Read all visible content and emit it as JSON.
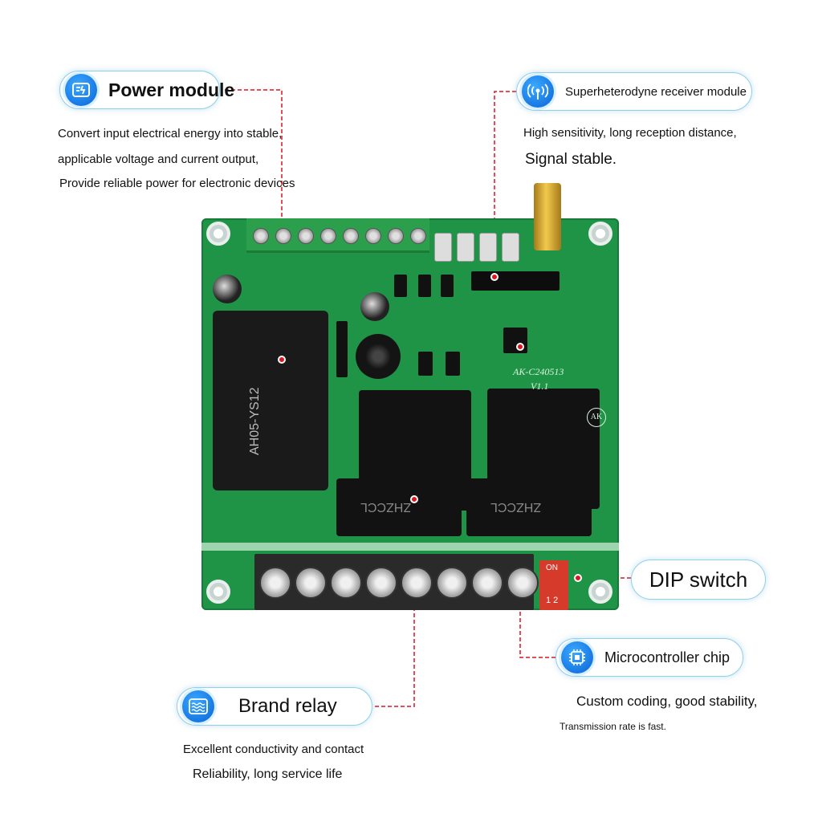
{
  "callouts": {
    "power_module": {
      "title": "Power module",
      "lines": [
        "Convert input electrical energy into stable,",
        "applicable voltage and current output,",
        "Provide reliable power for electronic devices"
      ]
    },
    "receiver": {
      "title": "Superheterodyne receiver module",
      "lines": [
        "High sensitivity, long reception distance,",
        "Signal stable."
      ]
    },
    "dip_switch": {
      "title": "DIP switch"
    },
    "mcu": {
      "title": "Microcontroller chip",
      "lines": [
        "Custom coding, good stability,",
        "Transmission rate is fast."
      ]
    },
    "relay": {
      "title": "Brand relay",
      "lines": [
        "Excellent conductivity and contact",
        "Reliability, long service life"
      ]
    }
  },
  "board": {
    "silkscreen_model": "AK-C240513",
    "silkscreen_version": "V1.1",
    "converter_label": "AH05-YS12",
    "relay_label": "ZHZCCL",
    "logo": "AK",
    "dip_on": "ON",
    "dip_numbers": "1 2"
  },
  "icons": [
    "power-icon",
    "wifi-signal-icon",
    "waves-icon",
    "chip-icon"
  ],
  "colors": {
    "board": "#1f9447",
    "accent": "#0a63d6",
    "leader": "#e0141e"
  }
}
